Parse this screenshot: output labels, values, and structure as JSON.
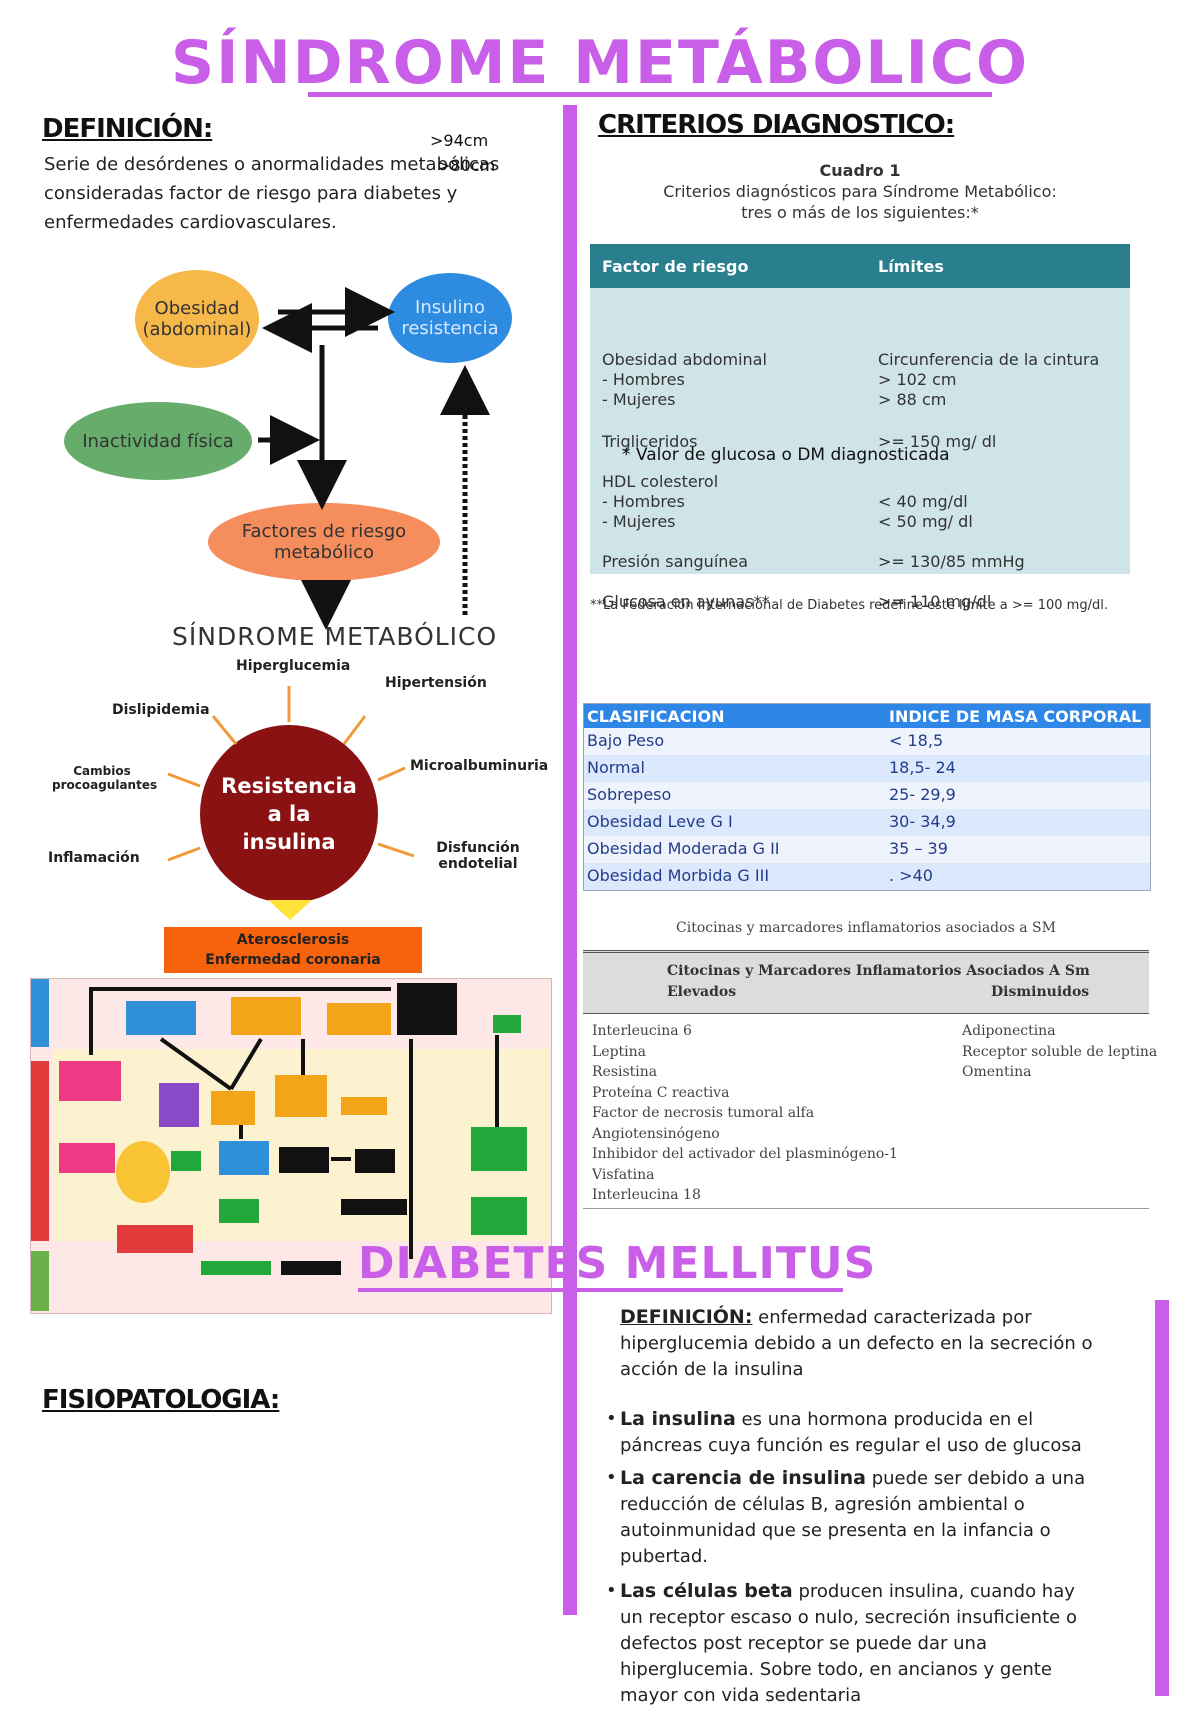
{
  "title": "SÍNDROME METÁBOLICO",
  "definicion": {
    "heading": "DEFINICIÓN:",
    "text1": "Serie de desórdenes o anormalidades metabólicas",
    "text2": "consideradas factor de riesgo para diabetes y",
    "text3": "enfermedades cardiovasculares.",
    "overlay1": ">94cm",
    "overlay2": ">80cm"
  },
  "diagram": {
    "obesidad": "Obesidad (abdominal)",
    "insulino": "Insulino resistencia",
    "inactividad": "Inactividad física",
    "factores": "Factores de riesgo metabólico",
    "sm": "SÍNDROME METABÓLICO",
    "hiperglucemia": "Hiperglucemia",
    "hipertension": "Hipertensión",
    "dislipidemia": "Dislipidemia",
    "microalbuminuria": "Microalbuminuria",
    "cambios": "Cambios procoagulantes",
    "disfuncion": "Disfunción endotelial",
    "inflamacion": "Inflamación",
    "resistencia": "Resistencia a la insulina",
    "atero1": "Aterosclerosis",
    "atero2": "Enfermedad coronaria"
  },
  "fisio_heading": "FISIOPATOLOGIA:",
  "criterios": {
    "heading": "CRITERIOS DIAGNOSTICO:",
    "cuadro": "Cuadro 1",
    "sub1": "Criterios diagnósticos para Síndrome Metabólico:",
    "sub2": "tres o más de los siguientes:*",
    "col1": "Factor de riesgo",
    "col2": "Límites",
    "r1a": "Obesidad abdominal",
    "r1b": "- Hombres",
    "r1c": "- Mujeres",
    "l1a": "Circunferencia de la cintura",
    "l1b": "> 102 cm",
    "l1c": "> 88 cm",
    "r2": "Trigliceridos",
    "l2": ">= 150 mg/ dl",
    "overlay": "* Valor de glucosa o DM diagnosticada",
    "r3a": "HDL colesterol",
    "r3b": "- Hombres",
    "r3c": "- Mujeres",
    "l3b": "< 40 mg/dl",
    "l3c": "< 50 mg/ dl",
    "r4": "Presión sanguínea",
    "l4": ">= 130/85 mmHg",
    "r5": "Glucosa en ayunas**",
    "l5": ">= 110 mg/dl",
    "note": "**La Federación Internacional de Diabetes redefine este límite a >= 100 mg/dl."
  },
  "imc": {
    "h1": "CLASIFICACION",
    "h2": "INDICE DE MASA CORPORAL",
    "rows": [
      [
        "Bajo Peso",
        "< 18,5"
      ],
      [
        "Normal",
        "18,5- 24"
      ],
      [
        "Sobrepeso",
        "25- 29,9"
      ],
      [
        "Obesidad Leve G I",
        "30- 34,9"
      ],
      [
        "Obesidad Moderada G II",
        "35 – 39"
      ],
      [
        "Obesidad Morbida G III",
        ". >40"
      ]
    ]
  },
  "citocinas": {
    "title": "Citocinas y marcadores inflamatorios asociados a SM",
    "box": "Citocinas y Marcadores Inflamatorios Asociados A Sm",
    "elev": "Elevados",
    "dism": "Disminuidos",
    "elevados": [
      "Interleucina 6",
      "Leptina",
      "Resistina",
      "Proteína C reactiva",
      "Factor de necrosis tumoral alfa",
      "Angiotensinógeno",
      "Inhibidor del activador del plasminógeno-1",
      "Visfatina",
      "Interleucina 18"
    ],
    "disminuidos": [
      "Adiponectina",
      "Receptor soluble de leptina",
      "Omentina"
    ]
  },
  "dm": {
    "title": "DIABETES MELLITUS",
    "def_head": "DEFINICIÓN:",
    "def_t1": "enfermedad caracterizada por",
    "def_t2": "hiperglucemia debido a un defecto en la secreción o",
    "def_t3": "acción de la insulina",
    "b1_bold": "La insulina",
    "b1_t1": "es una hormona producida en el",
    "b1_t2": "páncreas cuya función es regular el uso de glucosa",
    "b2_bold": "La carencia de insulina",
    "b2_t1": "puede ser debido a una",
    "b2_t2": "reducción de células B, agresión ambiental o",
    "b2_t3": "autoinmunidad que se presenta en la infancia o",
    "b2_t4": "pubertad.",
    "b3_bold": "Las células beta",
    "b3_t1": "producen insulina, cuando hay",
    "b3_t2": "un receptor escaso o nulo, secreción insuficiente o",
    "b3_t3": "defectos post receptor se puede dar una",
    "b3_t4": "hiperglucemia. Sobre todo, en ancianos y gente",
    "b3_t5": "mayor con vida sedentaria"
  }
}
